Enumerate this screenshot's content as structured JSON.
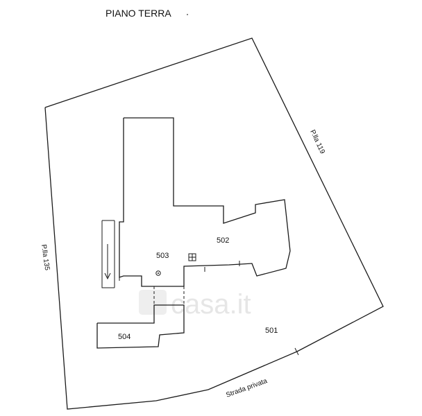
{
  "title": "PIANO TERRA",
  "units": {
    "u501": "501",
    "u502": "502",
    "u503": "503",
    "u504": "504"
  },
  "boundaries": {
    "right": "P.lla 119",
    "left": "P.lla 135",
    "bottom": "Strada privata"
  },
  "watermark": "casa.it"
}
